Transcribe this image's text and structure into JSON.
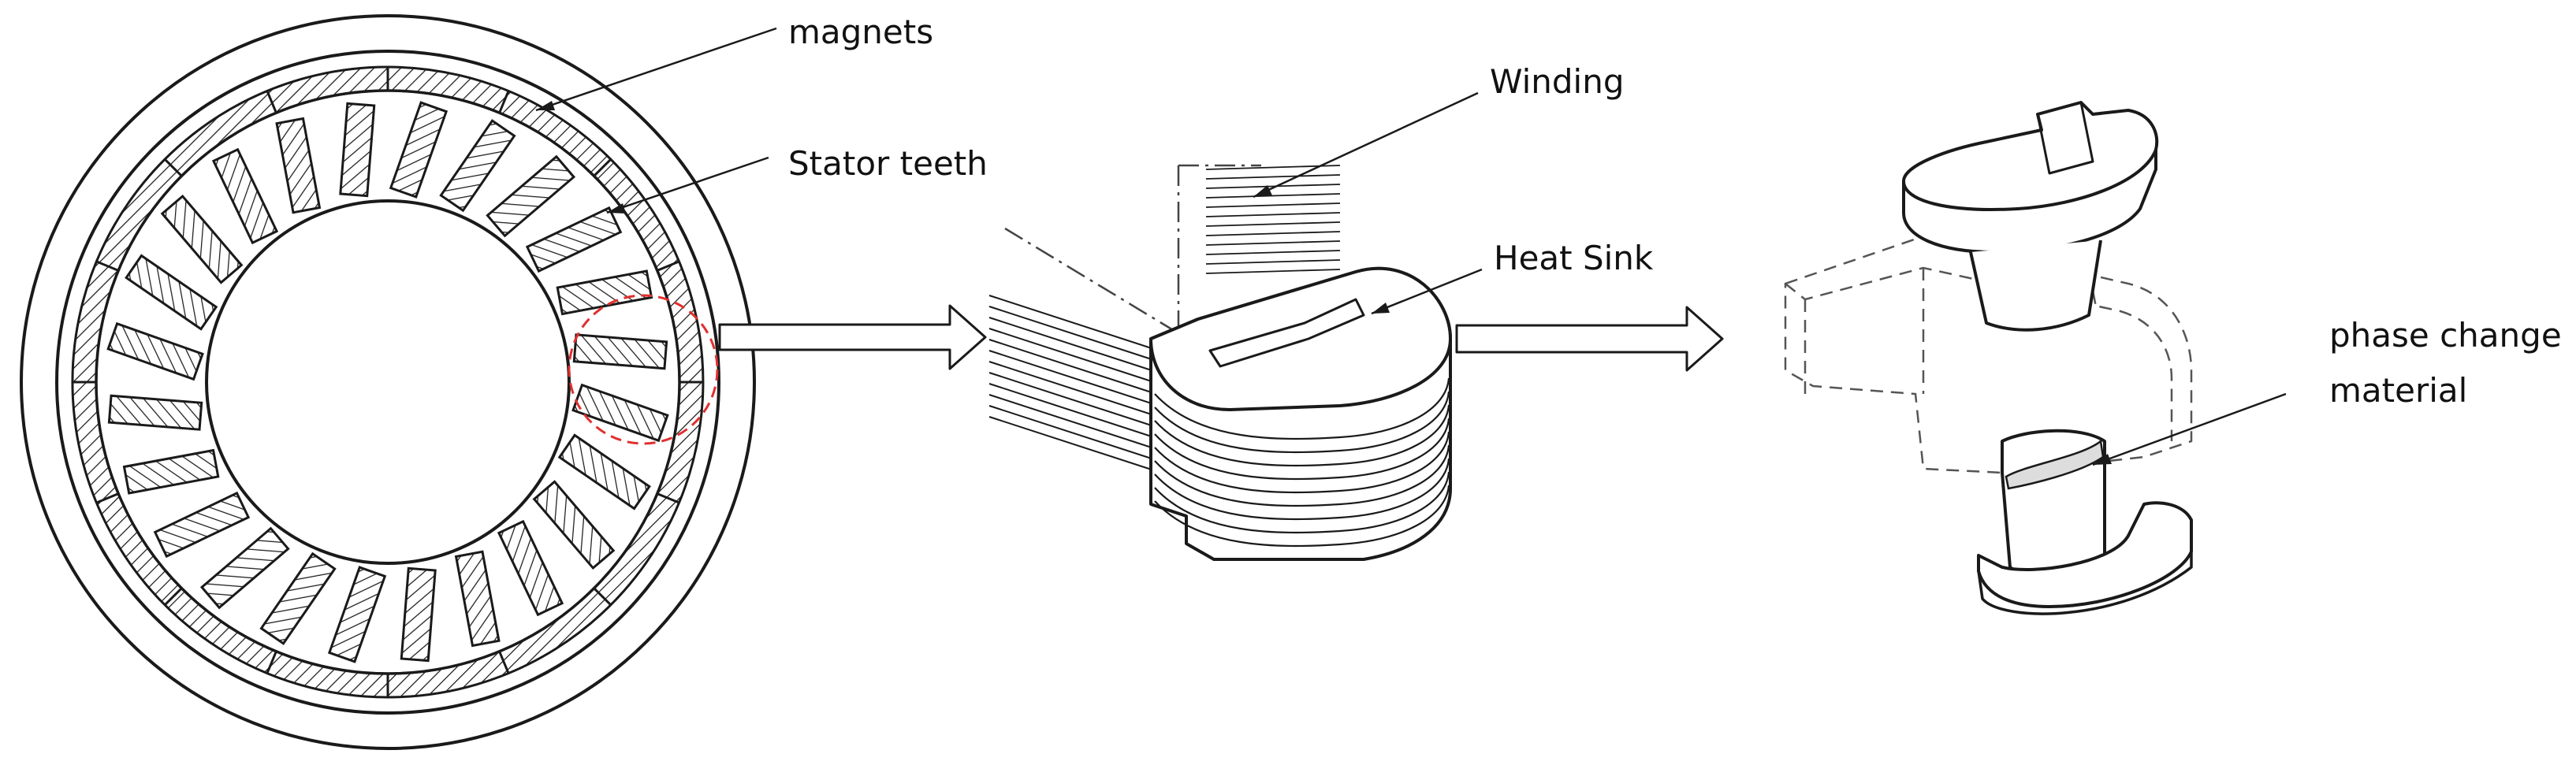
{
  "labels": {
    "magnets": "magnets",
    "stator_teeth": "Stator teeth",
    "winding": "Winding",
    "heat_sink": "Heat Sink",
    "pcm_line1": "phase change",
    "pcm_line2": "material"
  },
  "colors": {
    "ink": "#1a1a1a",
    "highlight_circle": "#e03030",
    "background": "#ffffff"
  },
  "stator": {
    "slot_count": 24
  }
}
